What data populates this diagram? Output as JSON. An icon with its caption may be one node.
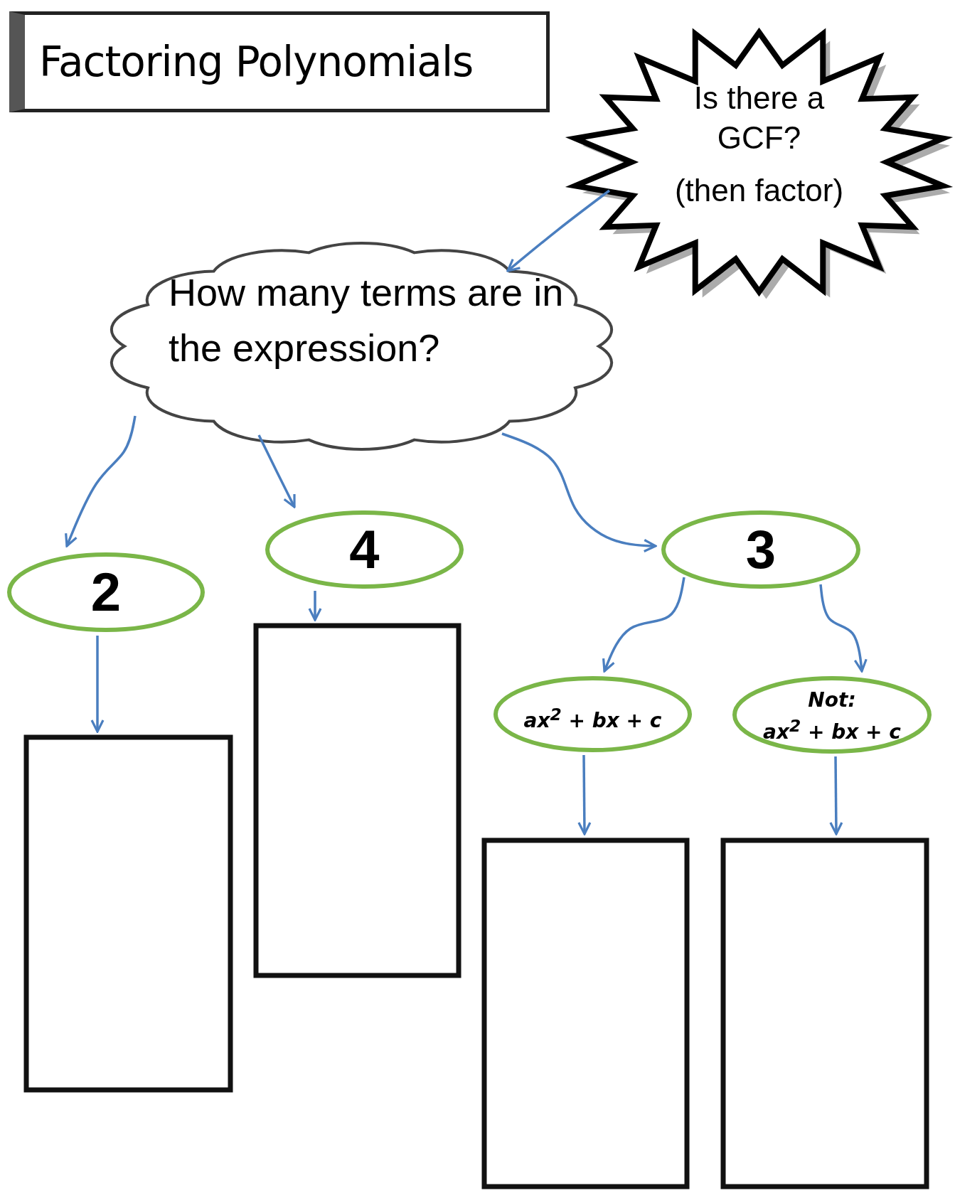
{
  "diagram": {
    "title": "Factoring Polynomials",
    "nodes": [
      {
        "text": [
          "Is there a GCF?",
          "(then factor)"
        ]
      },
      {
        "text": [
          "How many terms are in the expression?"
        ]
      },
      {
        "text": [
          "2"
        ]
      },
      {
        "text": [
          "4"
        ]
      },
      {
        "text": [
          "3"
        ]
      },
      {
        "text": [
          "ax$^{2}$ + bx + c"
        ]
      },
      {
        "text": [
          "Not:",
          "ax$^{2}$ + bx + c"
        ]
      },
      {
        "text": [],
        "shape": "box"
      },
      {
        "text": [],
        "shape": "box"
      },
      {
        "text": [],
        "shape": "box"
      },
      {
        "text": [],
        "shape": "box"
      }
    ],
    "edges": [
      {
        "from": 0,
        "to": 1,
        "arrow": "to"
      },
      {
        "from": 1,
        "to": 2,
        "arrow": "to"
      },
      {
        "from": 1,
        "to": 3,
        "arrow": "to"
      },
      {
        "from": 1,
        "to": 4,
        "arrow": "to"
      },
      {
        "from": 2,
        "to": 7,
        "arrow": "to"
      },
      {
        "from": 3,
        "to": 8,
        "arrow": "to"
      },
      {
        "from": 4,
        "to": 5,
        "arrow": "to"
      },
      {
        "from": 4,
        "to": 6,
        "arrow": "to"
      },
      {
        "from": 5,
        "to": 9,
        "arrow": "to"
      },
      {
        "from": 6,
        "to": 10,
        "arrow": "to"
      }
    ]
  }
}
